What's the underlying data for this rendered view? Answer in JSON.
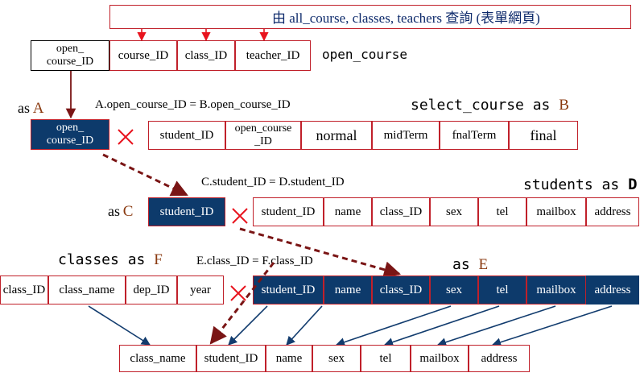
{
  "top_note": "由 all_course, classes, teachers 查詢 (表單網頁)",
  "open_course": {
    "name": "open_course",
    "cells": [
      "open_\ncourse_ID",
      "course_ID",
      "class_ID",
      "teacher_ID"
    ]
  },
  "alias_a": {
    "as_word": "as",
    "letter": "A",
    "key": "open_\ncourse_ID"
  },
  "join_ab": "A.open_course_ID = B.open_course_ID",
  "select_course": {
    "label": "select_course as",
    "letter": "B",
    "cells": [
      "student_ID",
      "open_course\n_ID",
      "normal",
      "midTerm",
      "fnalTerm",
      "final"
    ]
  },
  "alias_c": {
    "as_word": "as",
    "letter": "C",
    "key": "student_ID"
  },
  "join_cd": "C.student_ID = D.student_ID",
  "students": {
    "label": "students as",
    "letter": "D",
    "cells": [
      "student_ID",
      "name",
      "class_ID",
      "sex",
      "tel",
      "mailbox",
      "address"
    ]
  },
  "classes": {
    "label": "classes as",
    "letter": "F",
    "cells": [
      "class_ID",
      "class_name",
      "dep_ID",
      "year"
    ]
  },
  "join_ef": "E.class_ID = F.class_ID",
  "alias_e": {
    "label": "as",
    "letter": "E",
    "cells": [
      "student_ID",
      "name",
      "class_ID",
      "sex",
      "tel",
      "mailbox",
      "address"
    ]
  },
  "result": {
    "cells": [
      "class_name",
      "student_ID",
      "name",
      "sex",
      "tel",
      "mailbox",
      "address"
    ]
  },
  "colors": {
    "accent_red": "#c0202a",
    "dark_blue": "#0d3a6b",
    "maroon_arrow": "#7a1515",
    "alias_letter": "#8a3a10"
  }
}
